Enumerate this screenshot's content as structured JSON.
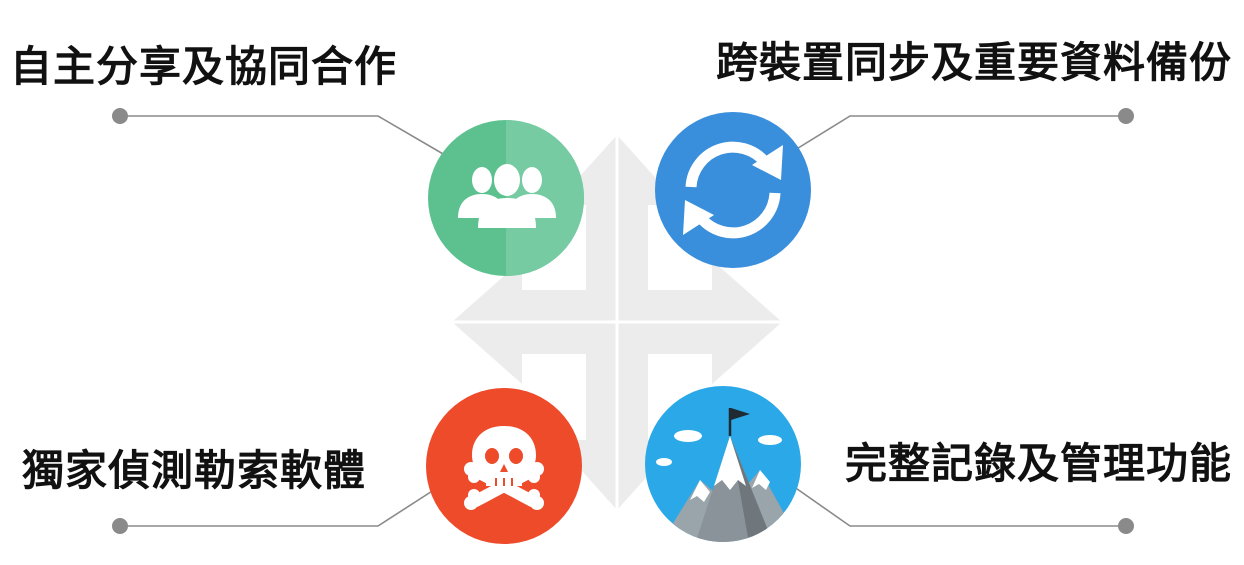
{
  "features": [
    {
      "id": "top-left",
      "label": "自主分享及協同合作",
      "icon": "users-icon",
      "color": "#5cc18f"
    },
    {
      "id": "top-right",
      "label": "跨裝置同步及重要資料備份",
      "icon": "sync-icon",
      "color": "#3a8fdc"
    },
    {
      "id": "bottom-left",
      "label": "獨家偵測勒索軟體",
      "icon": "skull-crossbones-icon",
      "color": "#ee4b2b"
    },
    {
      "id": "bottom-right",
      "label": "完整記錄及管理功能",
      "icon": "mountain-flag-icon",
      "color": "#2aa8e8"
    }
  ],
  "colors": {
    "connector": "#8a8a8a",
    "arrow_bg": "#ececec",
    "text": "#111111"
  }
}
